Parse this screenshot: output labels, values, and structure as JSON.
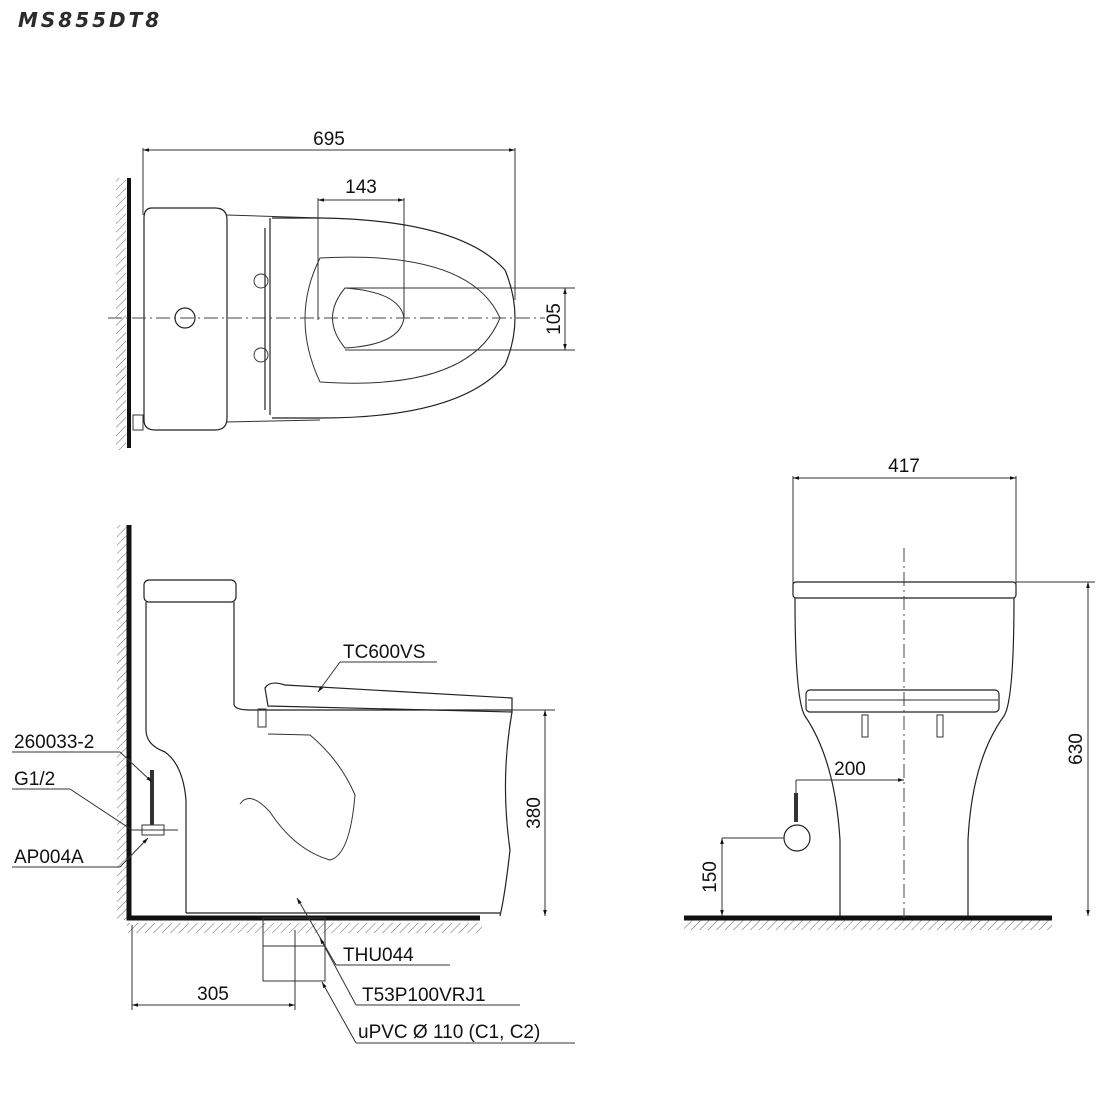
{
  "title": "MS855DT8",
  "top_view": {
    "dimensions": {
      "overall_length": "695",
      "seat_opening": "143",
      "outlet_offset": "105"
    }
  },
  "side_view": {
    "dimensions": {
      "seat_height": "380",
      "rough_in": "305"
    },
    "callouts": {
      "seat": "TC600VS",
      "hose": "260033-2",
      "thread": "G1/2",
      "valve": "AP004A",
      "flange": "THU044",
      "adapter": "T53P100VRJ1",
      "pipe": "uPVC Ø 110 (C1, C2)"
    }
  },
  "front_view": {
    "dimensions": {
      "width": "417",
      "height": "630",
      "supply_offset": "200",
      "supply_height": "150"
    }
  }
}
